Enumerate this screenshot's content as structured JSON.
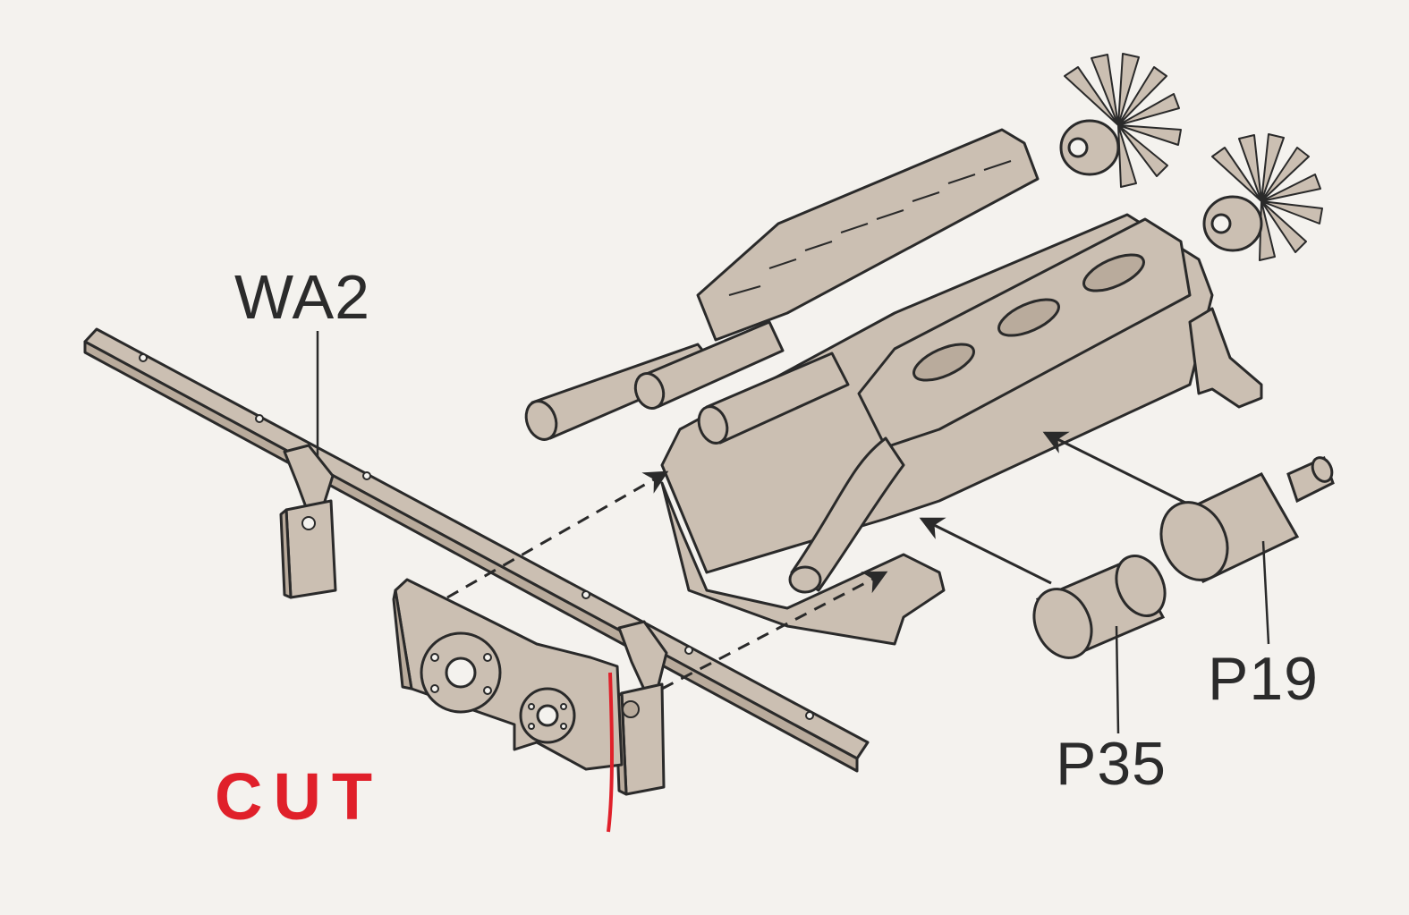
{
  "labels": {
    "wa2": "WA2",
    "p19": "P19",
    "p35": "P35",
    "cut": "CUT"
  },
  "colors": {
    "background": "#f4f2ee",
    "part_fill": "#cbbfb2",
    "part_shade": "#b9ab9c",
    "outline": "#2a2a2a",
    "cut_mark": "#e0202a"
  },
  "icons": [
    "engine-illustration",
    "fan-icon",
    "assembly-arrow-icon"
  ]
}
